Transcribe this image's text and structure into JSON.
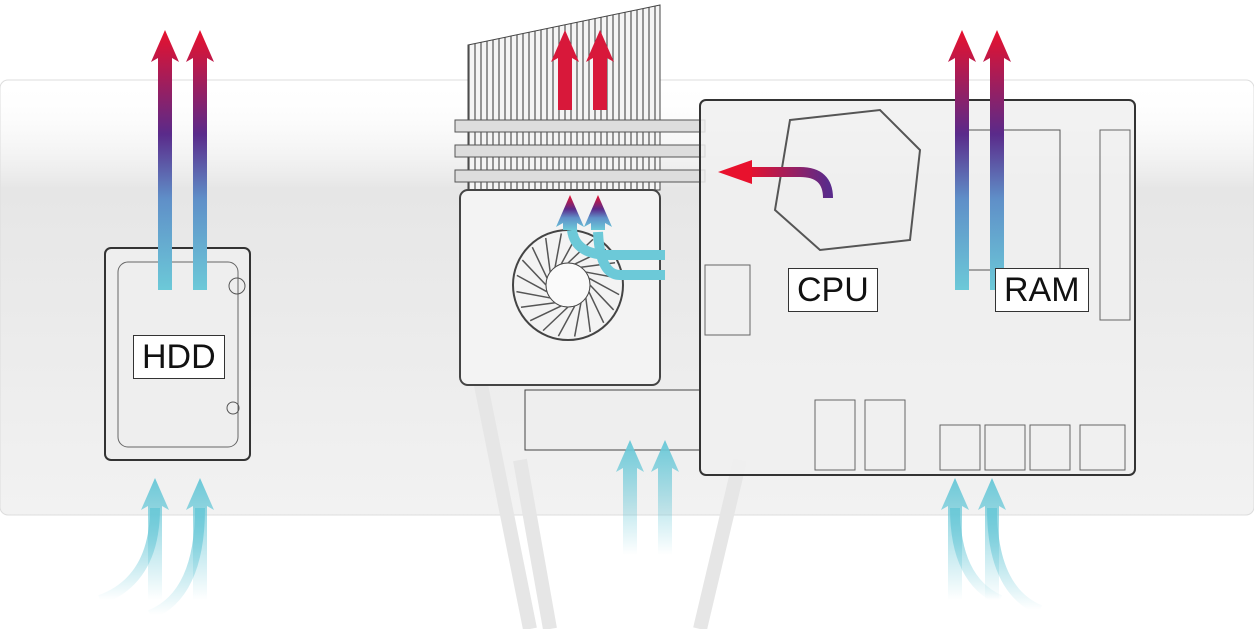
{
  "labels": {
    "hdd": "HDD",
    "cpu": "CPU",
    "ram": "RAM"
  },
  "colors": {
    "cool": "#6cc9d8",
    "mid": "#5a2a8a",
    "hot": "#e8112d"
  },
  "icons": [
    "airflow-arrow-icon",
    "fan-icon",
    "heatsink-icon"
  ]
}
